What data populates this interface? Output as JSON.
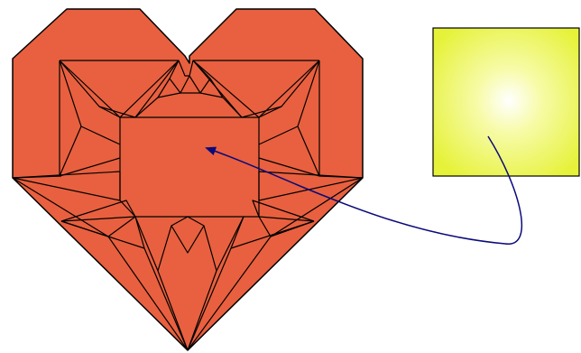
{
  "diagram": {
    "shapes": [
      {
        "kind": "faceted-heart",
        "fill": "#E8603F",
        "stroke": "#000000"
      },
      {
        "kind": "gradient-square",
        "fill_center": "#FFFFFF",
        "fill_edge": "#E6F23A",
        "stroke": "#000000"
      }
    ],
    "connector": {
      "kind": "curved-arrow",
      "color": "#0A0A7A",
      "from": "gradient-square",
      "to": "faceted-heart"
    }
  }
}
